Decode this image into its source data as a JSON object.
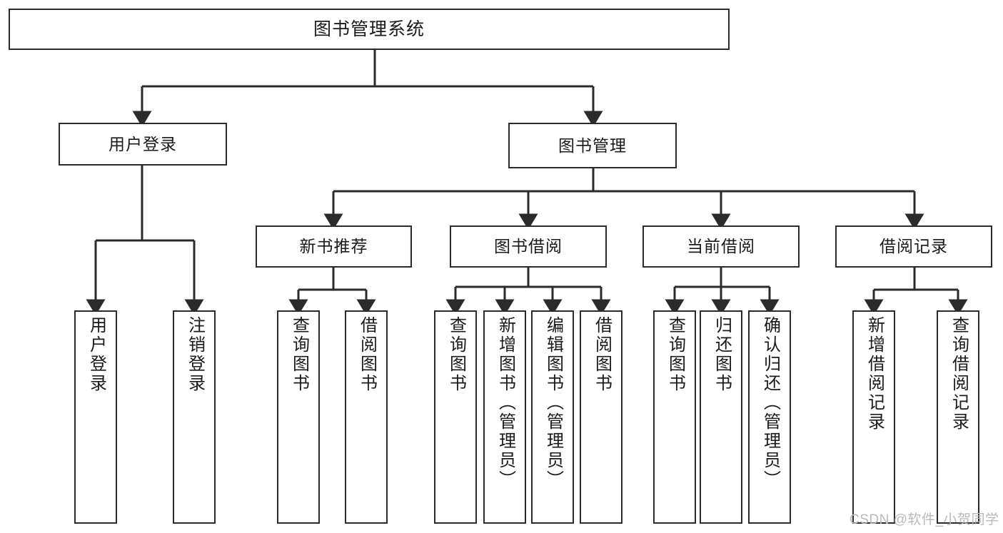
{
  "diagram": {
    "title": "图书管理系统",
    "type": "hierarchy-tree",
    "background_color": "#ffffff",
    "box_border_color": "#2b2b2b",
    "text_color": "#1a1a1a"
  },
  "root": {
    "label": "图书管理系统"
  },
  "level1": [
    {
      "label": "用户登录"
    },
    {
      "label": "图书管理"
    }
  ],
  "level2": [
    {
      "label": "新书推荐"
    },
    {
      "label": "图书借阅"
    },
    {
      "label": "当前借阅"
    },
    {
      "label": "借阅记录"
    }
  ],
  "leaves": {
    "user_login": [
      {
        "label": "用户登录"
      },
      {
        "label": "注销登录"
      }
    ],
    "new_book_recommend": [
      {
        "label": "查询图书"
      },
      {
        "label": "借阅图书"
      }
    ],
    "book_borrow": [
      {
        "label": "查询图书"
      },
      {
        "label": "新增图书（管理员）"
      },
      {
        "label": "编辑图书（管理员）"
      },
      {
        "label": "借阅图书"
      }
    ],
    "current_borrow": [
      {
        "label": "查询图书"
      },
      {
        "label": "归还图书"
      },
      {
        "label": "确认归还（管理员）"
      }
    ],
    "borrow_records": [
      {
        "label": "新增借阅记录"
      },
      {
        "label": "查询借阅记录"
      }
    ]
  },
  "watermark": {
    "text": "CSDN @软件_小贺同学"
  }
}
